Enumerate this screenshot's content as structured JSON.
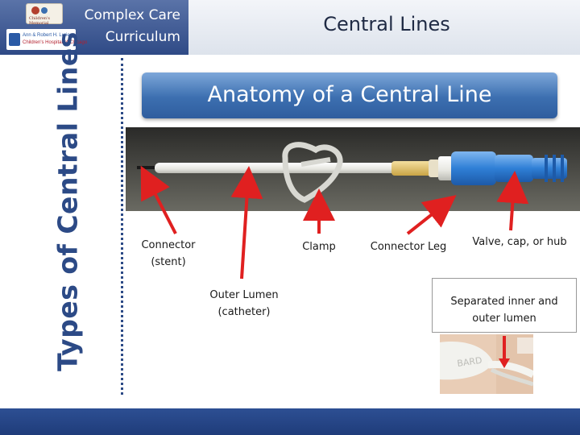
{
  "header": {
    "brand_line1": "Complex Care",
    "brand_line2": "Curriculum",
    "page_title": "Central Lines",
    "logo_top_text": "Children's Memorial",
    "logo_bottom_line1": "Ann & Robert H. Lurie",
    "logo_bottom_line2": "Children's Hospital of Chicago"
  },
  "sidebar": {
    "vertical_title": "Types of Central Lines"
  },
  "slide": {
    "heading": "Anatomy of a Central Line",
    "labels": {
      "connector_line1": "Connector",
      "connector_line2": "(stent)",
      "outer_lumen_line1": "Outer Lumen",
      "outer_lumen_line2": "(catheter)",
      "clamp": "Clamp",
      "connector_leg": "Connector Leg",
      "valve": "Valve, cap, or hub",
      "separated_line1": "Separated inner and",
      "separated_line2": "outer lumen"
    },
    "inset_text": "BARD"
  },
  "colors": {
    "brand_blue": "#2f4a86",
    "banner_blue": "#3c6fb0",
    "arrow_red": "#e02020",
    "footer_blue": "#1f3c7a"
  }
}
